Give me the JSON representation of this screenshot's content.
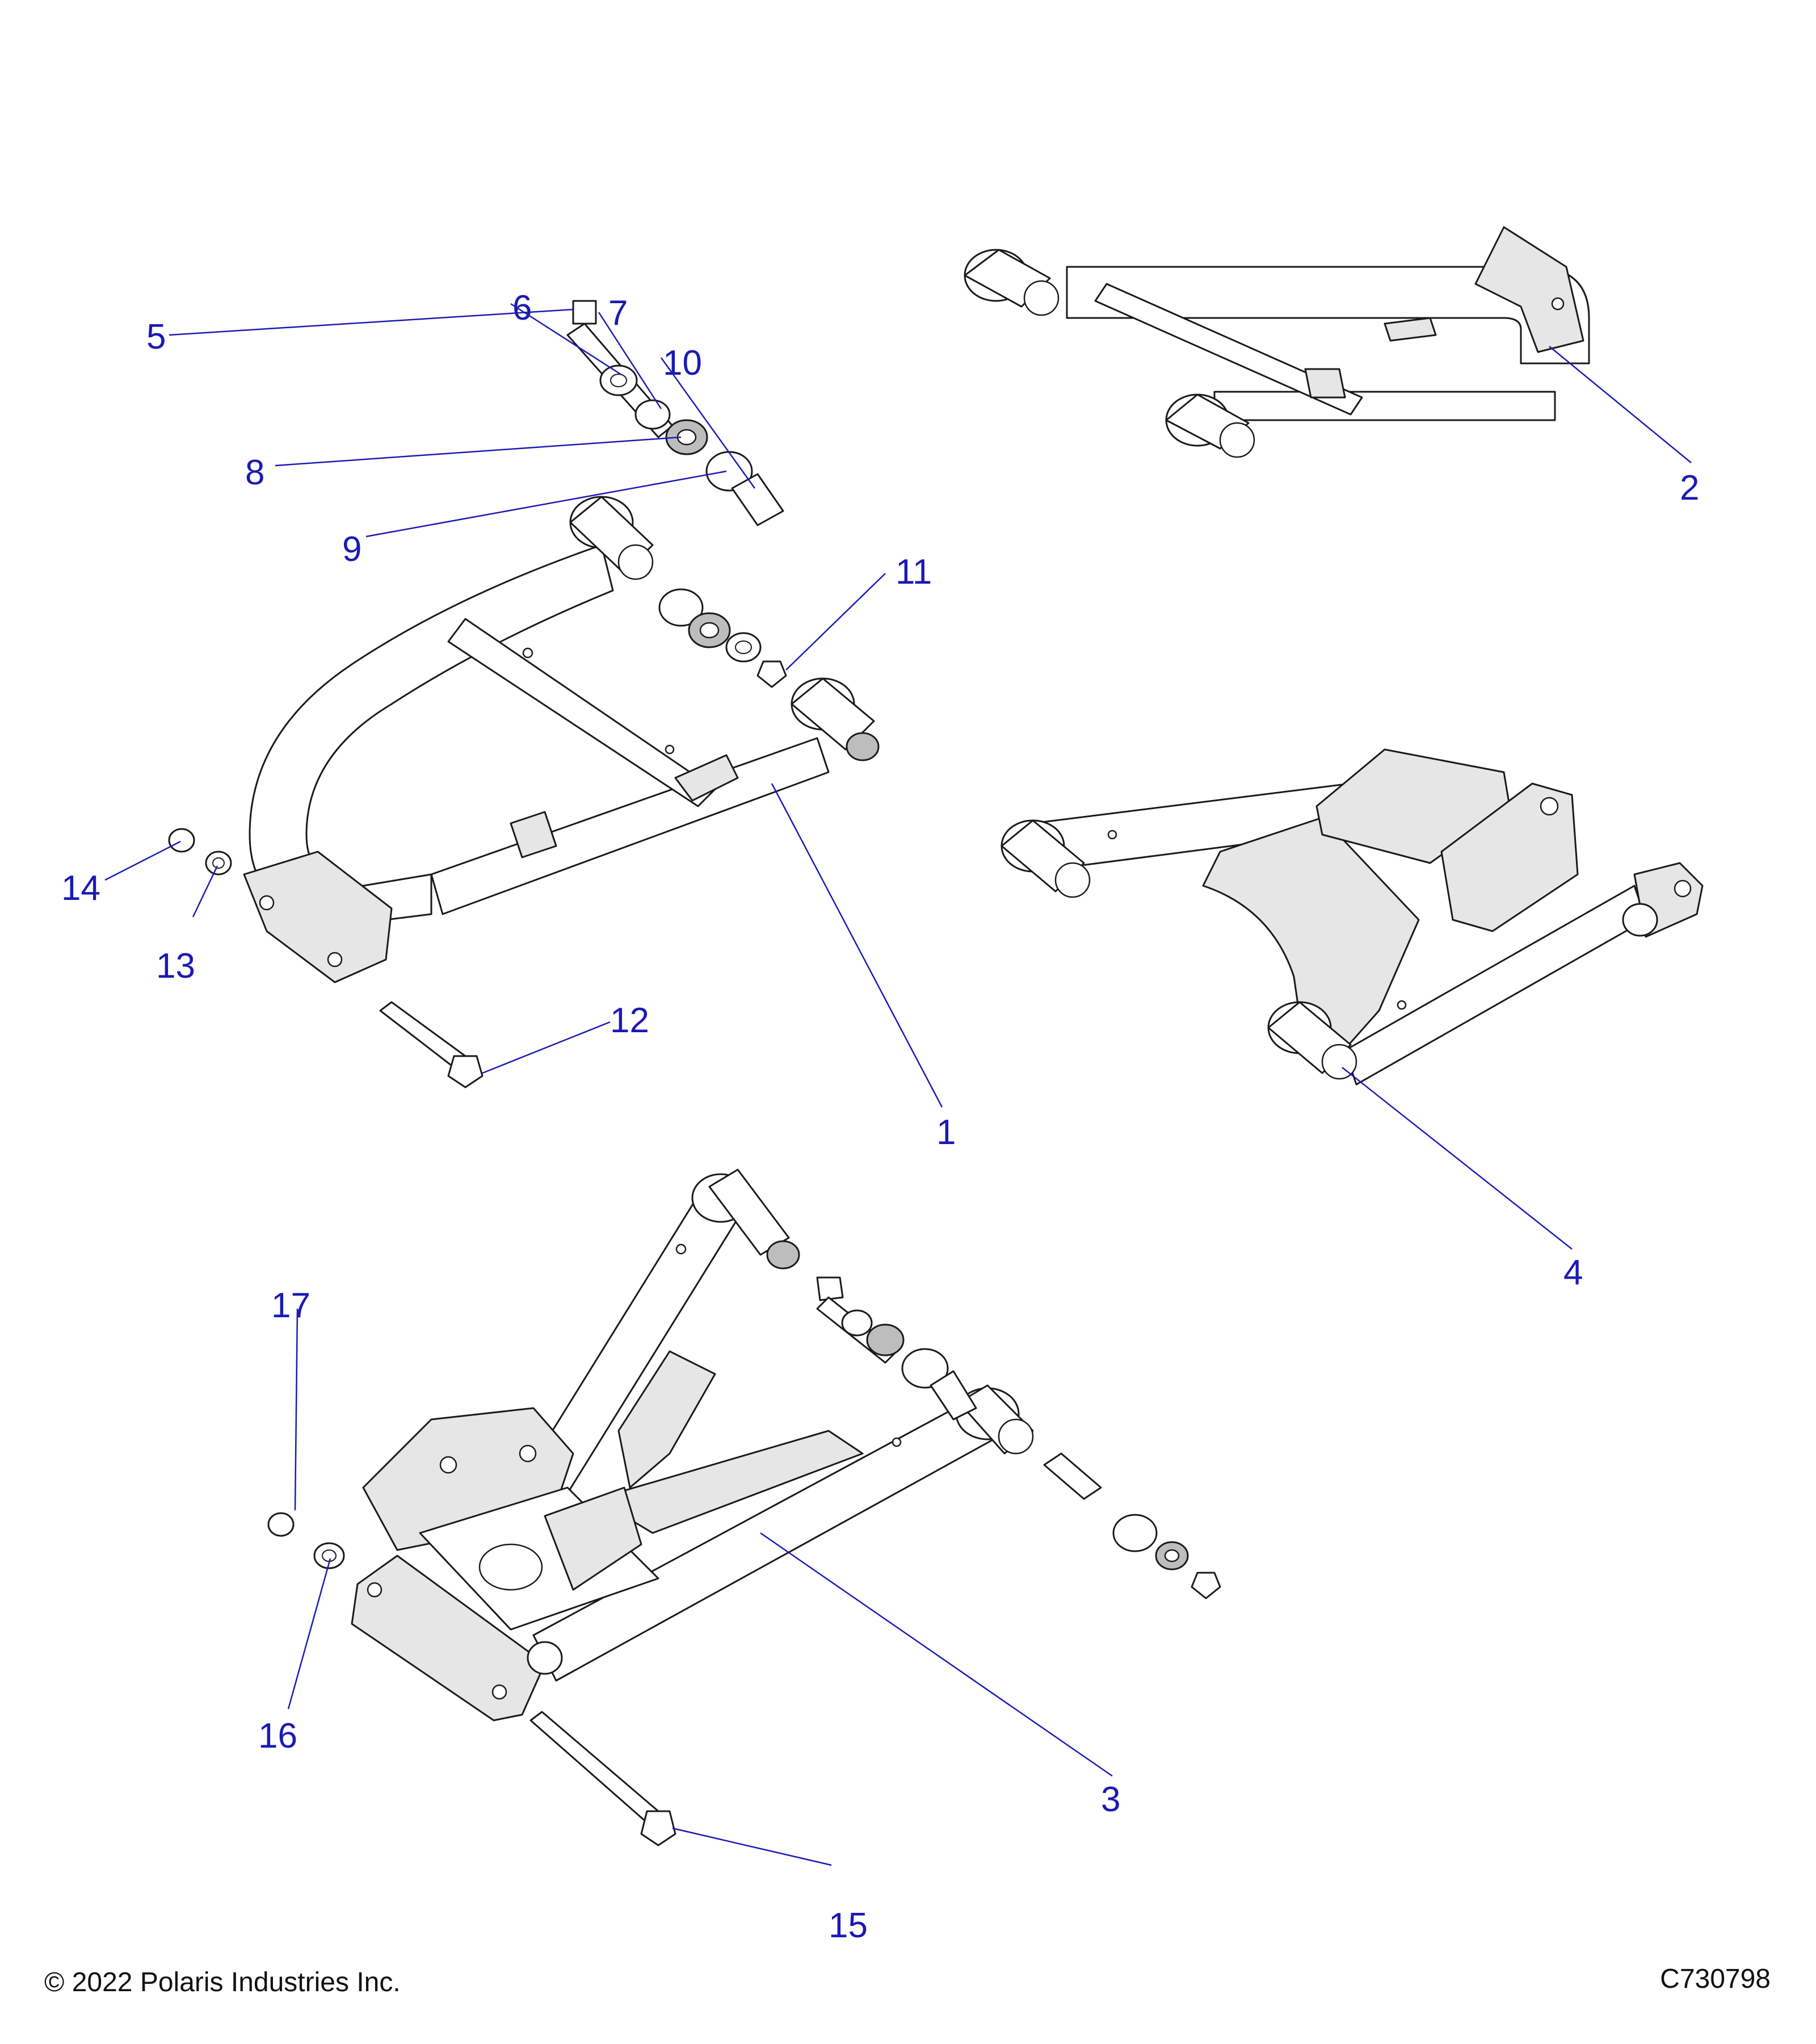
{
  "callouts": {
    "c1": "1",
    "c2": "2",
    "c3": "3",
    "c4": "4",
    "c5": "5",
    "c6": "6",
    "c7": "7",
    "c8": "8",
    "c9": "9",
    "c10": "10",
    "c11": "11",
    "c12": "12",
    "c13": "13",
    "c14": "14",
    "c15": "15",
    "c16": "16",
    "c17": "17"
  },
  "footer": {
    "copyright": "© 2022 Polaris Industries Inc.",
    "drawing_number": "C730798"
  },
  "colors": {
    "callout": "#1a1ab4",
    "line_art": "#1a1a1a"
  }
}
